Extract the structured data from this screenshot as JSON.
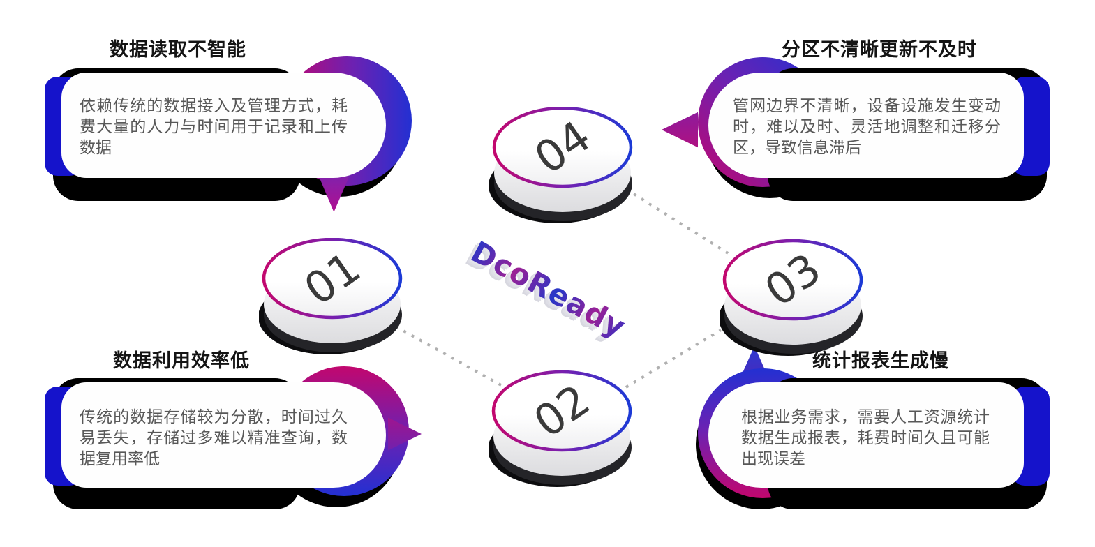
{
  "logo": {
    "text": "DcoReady"
  },
  "steps": [
    {
      "number": "01"
    },
    {
      "number": "02"
    },
    {
      "number": "03"
    },
    {
      "number": "04"
    }
  ],
  "cards": [
    {
      "position": "top-left",
      "title": "数据读取不智能",
      "body": "依赖传统的数据接入及管理方式，耗费大量的人力与时间用于记录和上传数据"
    },
    {
      "position": "top-right",
      "title": "分区不清晰更新不及时",
      "body": "管网边界不清晰，设备设施发生变动时，难以及时、灵活地调整和迁移分区，导致信息滞后"
    },
    {
      "position": "bottom-left",
      "title": "数据利用效率低",
      "body": "传统的数据存储较为分散，时间过久易丢失，存储过多难以精准查询，数据复用率低"
    },
    {
      "position": "bottom-right",
      "title": "统计报表生成慢",
      "body": "根据业务需求，需要人工资源统计数据生成报表，耗费时间久且可能出现误差"
    }
  ],
  "colors": {
    "magenta": "#c2076e",
    "purple": "#7a1fae",
    "blue": "#2330d2",
    "edge_bar_blue": "#1513cb",
    "disc_ring_left": "#c2076e",
    "disc_ring_right": "#1c3ad6",
    "disc_base_dark": "#242428",
    "body_text": "#585858",
    "title_text": "#141414",
    "connector_dot": "#b0b0b0"
  }
}
